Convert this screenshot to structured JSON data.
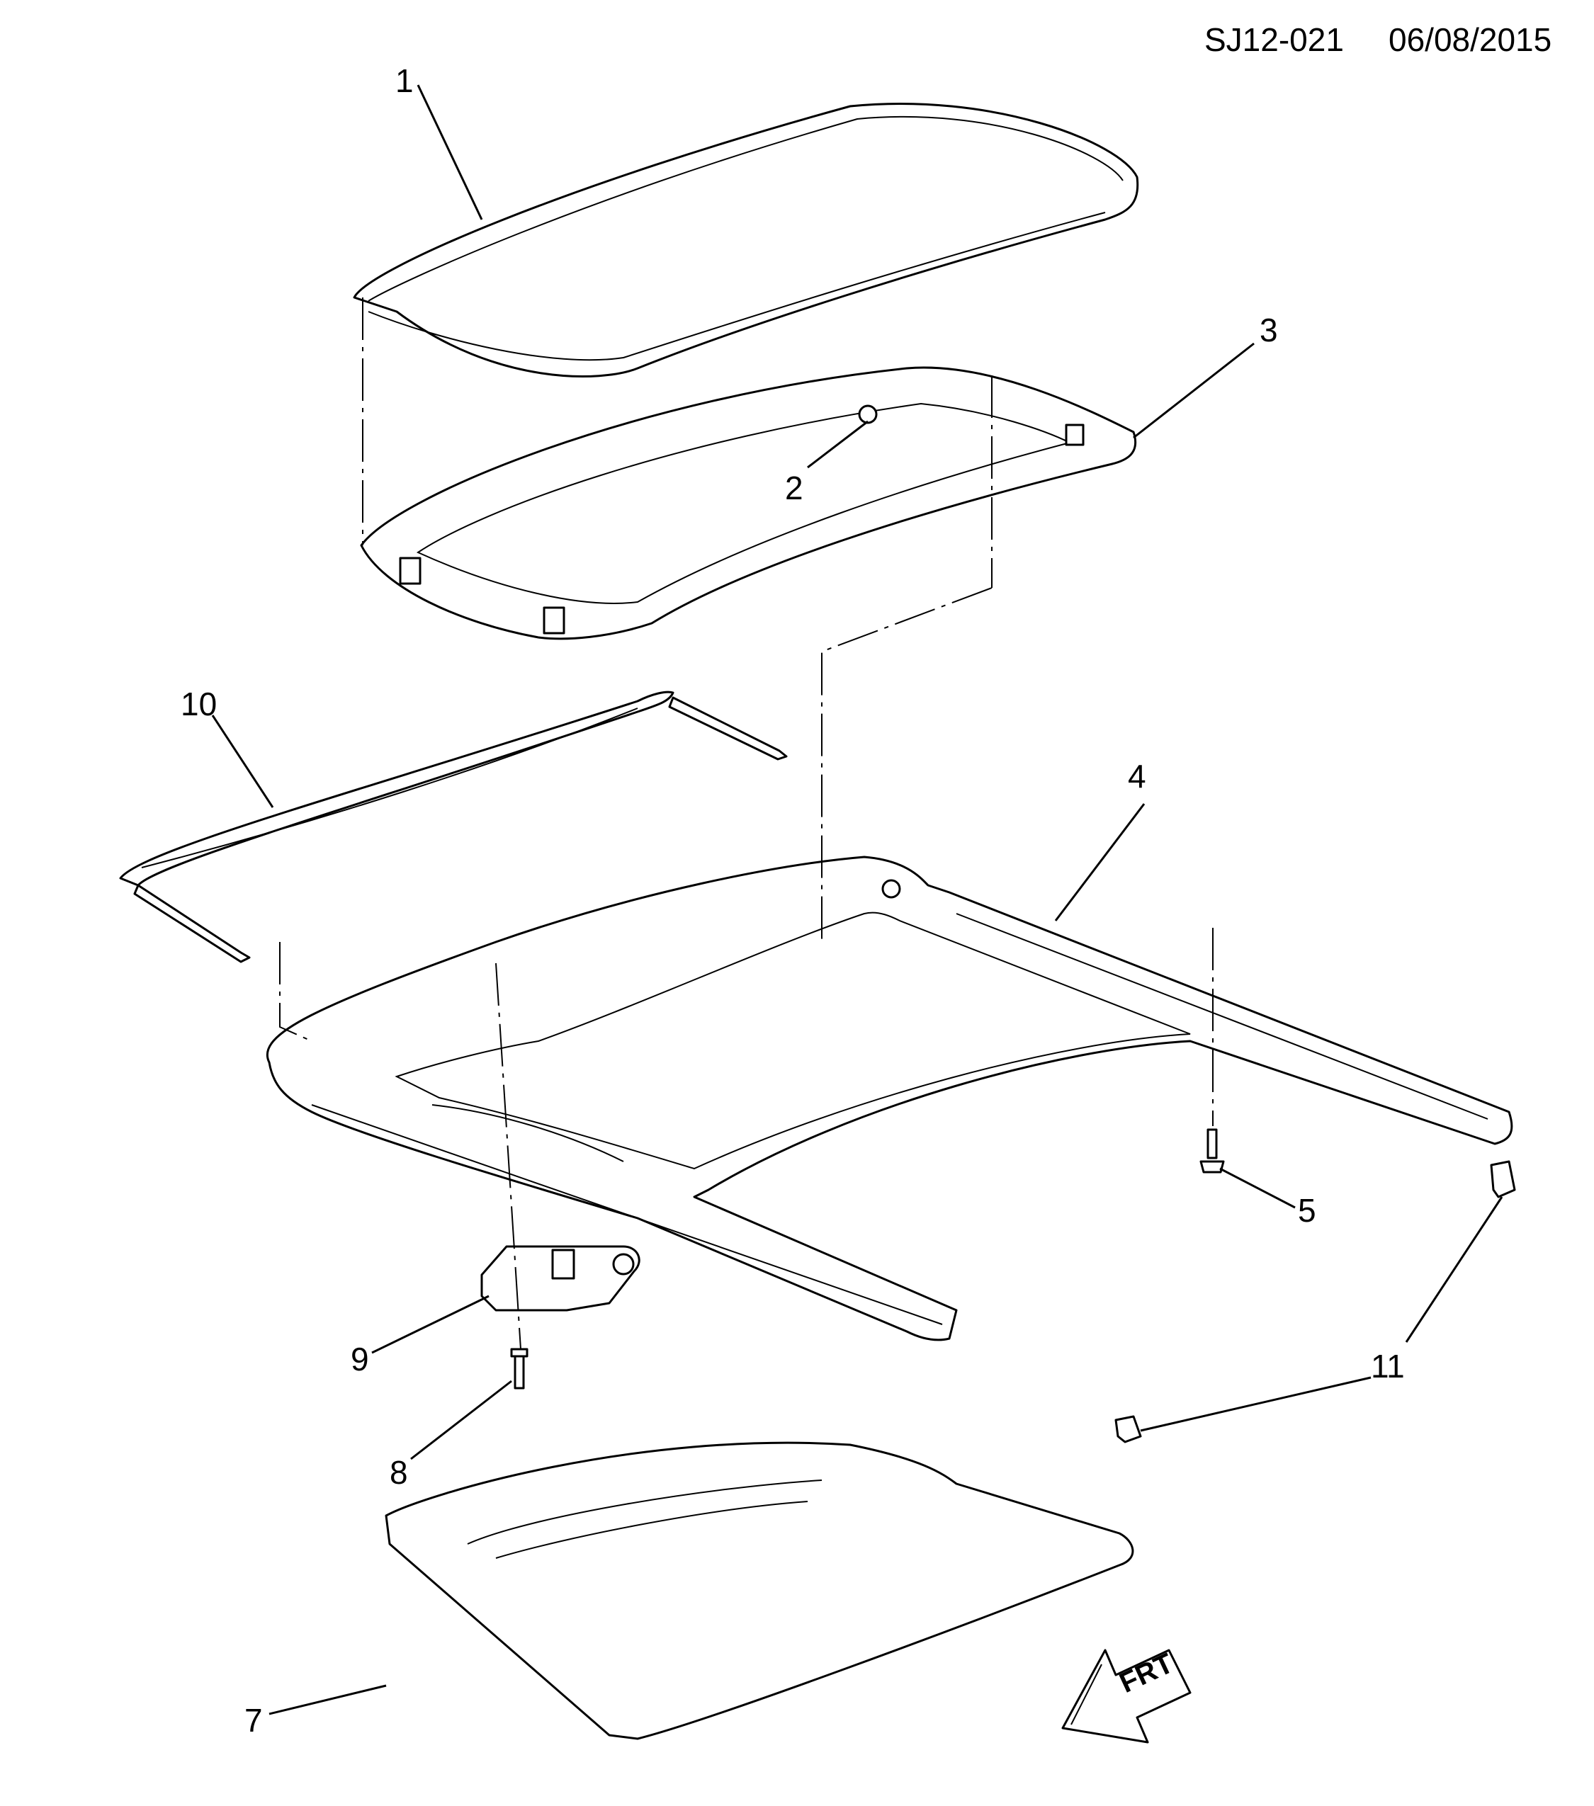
{
  "header": {
    "code": "SJ12-021",
    "date": "06/08/2015"
  },
  "callouts": [
    "1",
    "2",
    "3",
    "4",
    "5",
    "7",
    "8",
    "9",
    "10",
    "11",
    "11"
  ],
  "front_indicator": {
    "label": "FRT",
    "icon": "front-arrow-icon"
  }
}
